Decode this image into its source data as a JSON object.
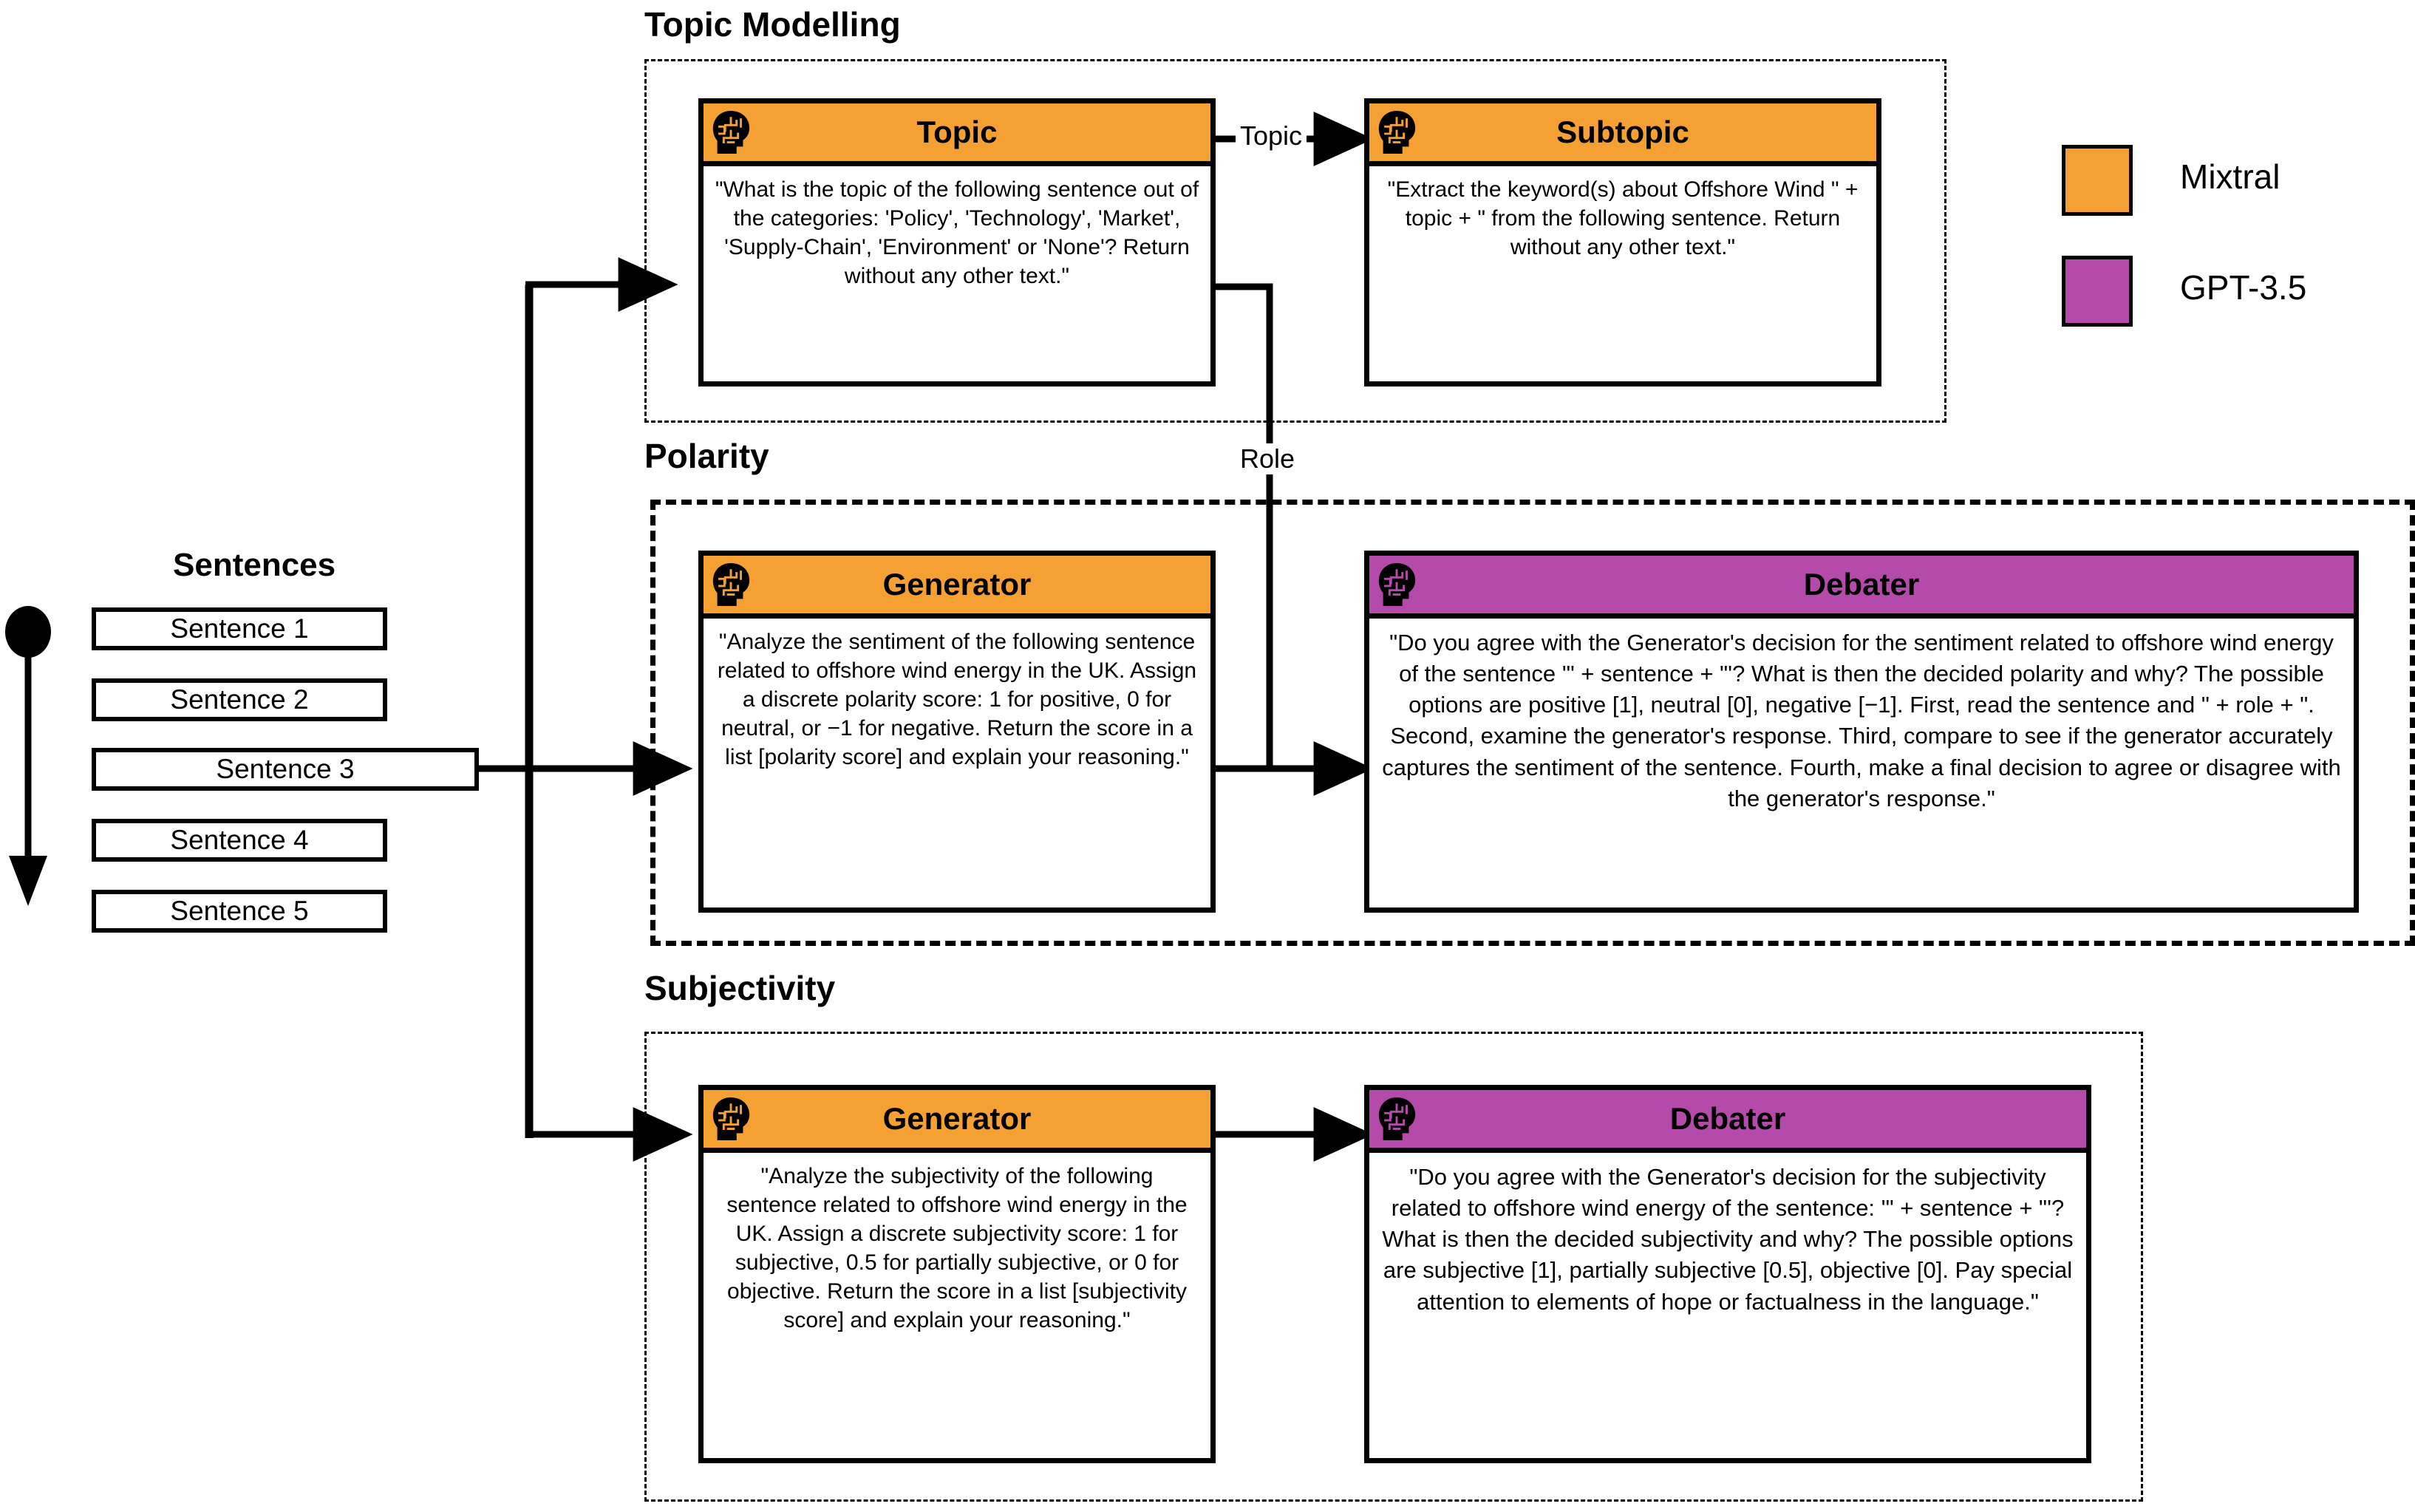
{
  "legend": {
    "items": [
      {
        "label": "Mixtral",
        "color": "#F5A033",
        "icon": "color-swatch-icon"
      },
      {
        "label": "GPT-3.5",
        "color": "#B44BAA",
        "icon": "color-swatch-icon"
      }
    ]
  },
  "sentences": {
    "title": "Sentences",
    "items": [
      "Sentence 1",
      "Sentence 2",
      "Sentence 3",
      "Sentence 4",
      "Sentence 5"
    ],
    "flow_icon": "down-arrow-icon"
  },
  "sections": [
    {
      "id": "topic-modelling",
      "title": "Topic Modelling",
      "border": "thin-dashed"
    },
    {
      "id": "polarity",
      "title": "Polarity",
      "border": "thick-dashed"
    },
    {
      "id": "subjectivity",
      "title": "Subjectivity",
      "border": "thin-dashed"
    }
  ],
  "nodes": {
    "topic": {
      "title": "Topic",
      "model": "Mixtral",
      "color": "#F5A033",
      "icon": "ai-head-icon",
      "prompt": "\"What is the topic of the following sentence out of the categories: 'Policy', 'Technology', 'Market', 'Supply-Chain', 'Environment' or 'None'? Return without any other text.\""
    },
    "subtopic": {
      "title": "Subtopic",
      "model": "Mixtral",
      "color": "#F5A033",
      "icon": "ai-head-icon",
      "prompt": "\"Extract the keyword(s) about Offshore Wind \" + topic + \" from the following sentence. Return without any other text.\""
    },
    "polarity_generator": {
      "title": "Generator",
      "model": "Mixtral",
      "color": "#F5A033",
      "icon": "ai-head-icon",
      "prompt": "\"Analyze the sentiment of the following sentence related to offshore wind energy in the UK. Assign a discrete polarity score: 1 for positive, 0 for neutral, or −1 for negative. Return the score in a list [polarity score] and explain your reasoning.\""
    },
    "polarity_debater": {
      "title": "Debater",
      "model": "GPT-3.5",
      "color": "#B44BAA",
      "icon": "ai-head-icon",
      "prompt": "\"Do you agree with the Generator's decision for the sentiment related to offshore wind energy of the sentence '\" + sentence + \"'? What is then the decided polarity and why? The possible options are positive [1], neutral [0], negative [−1]. First, read the sentence and \" + role + \". Second, examine the generator's response. Third, compare to see if the generator accurately captures the sentiment of the sentence. Fourth, make a final decision to agree or disagree with the generator's response.\""
    },
    "subjectivity_generator": {
      "title": "Generator",
      "model": "Mixtral",
      "color": "#F5A033",
      "icon": "ai-head-icon",
      "prompt": "\"Analyze the subjectivity of the following sentence related to offshore wind energy in the UK. Assign a discrete subjectivity score: 1 for subjective, 0.5 for partially subjective, or 0 for objective. Return the score in a list [subjectivity score] and explain your reasoning.\""
    },
    "subjectivity_debater": {
      "title": "Debater",
      "model": "GPT-3.5",
      "color": "#B44BAA",
      "icon": "ai-head-icon",
      "prompt": "\"Do you agree with the Generator's decision for the subjectivity related to offshore wind energy of the sentence: '\" + sentence + \"'? What is then the decided subjectivity and why? The possible options are subjective [1], partially subjective [0.5], objective [0]. Pay special attention to elements of hope or factualness in the language.\""
    }
  },
  "edges": [
    {
      "id": "topic-to-subtopic",
      "label": "Topic"
    },
    {
      "id": "topic-to-polarity-debater",
      "label": "Role"
    }
  ]
}
